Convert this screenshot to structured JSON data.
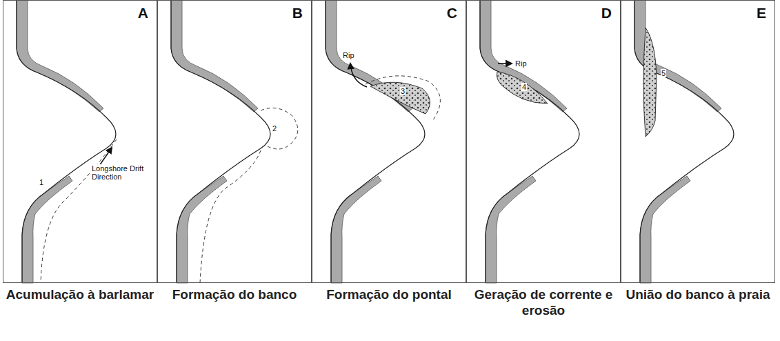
{
  "diagram": {
    "nodes": [
      {
        "text": [
          "A",
          "Acumulação à barlamar"
        ]
      },
      {
        "text": [
          "B",
          "Formação do banco"
        ]
      },
      {
        "text": [
          "C",
          "Formação do pontal"
        ]
      },
      {
        "text": [
          "D",
          "Geração de corrente e erosão"
        ]
      },
      {
        "text": [
          "E",
          "União do banco à praia"
        ]
      }
    ],
    "labels": [
      "1",
      "Longshore Drift Direction",
      "2",
      "Rip",
      "3",
      "Rip",
      "4",
      "5"
    ]
  }
}
